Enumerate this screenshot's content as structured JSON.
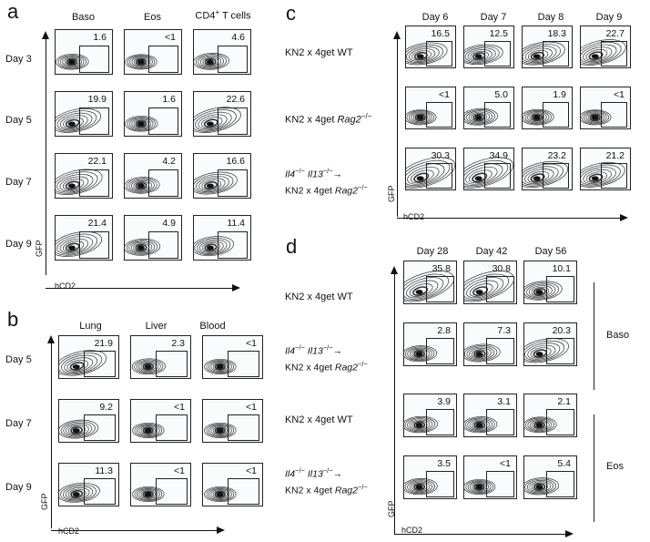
{
  "panel_a": {
    "letter": "a",
    "columns": [
      "Baso",
      "Eos",
      "CD4+ T cells"
    ],
    "col_main": [
      "Baso",
      "Eos",
      "CD4"
    ],
    "col_sup": [
      "",
      "",
      "+"
    ],
    "col_tail": [
      "",
      "",
      " T cells"
    ],
    "rows": [
      "Day 3",
      "Day 5",
      "Day 7",
      "Day 9"
    ],
    "values": [
      [
        "1.6",
        "<1",
        "4.6"
      ],
      [
        "19.9",
        "1.6",
        "22.6"
      ],
      [
        "22.1",
        "4.2",
        "16.6"
      ],
      [
        "21.4",
        "4.9",
        "11.4"
      ]
    ],
    "y_axis": "GFP",
    "x_axis": "hCD2"
  },
  "panel_b": {
    "letter": "b",
    "columns": [
      "Lung",
      "Liver",
      "Blood"
    ],
    "rows": [
      "Day 5",
      "Day 7",
      "Day 9"
    ],
    "values": [
      [
        "21.9",
        "2.3",
        "<1"
      ],
      [
        "9.2",
        "<1",
        "<1"
      ],
      [
        "11.3",
        "<1",
        "<1"
      ]
    ],
    "y_axis": "GFP",
    "x_axis": "hCD2"
  },
  "panel_c": {
    "letter": "c",
    "columns": [
      "Day 6",
      "Day 7",
      "Day 8",
      "Day 9"
    ],
    "rows": [
      "KN2 x 4get WT",
      "KN2 x 4get Rag2−/−",
      "Il4−/− Il13−/− → KN2 x 4get Rag2−/−"
    ],
    "values": [
      [
        "16.5",
        "12.5",
        "18.3",
        "22.7"
      ],
      [
        "<1",
        "5.0",
        "1.9",
        "<1"
      ],
      [
        "30.3",
        "34.9",
        "23.2",
        "21.2"
      ]
    ],
    "y_axis": "GFP",
    "x_axis": "hCD2"
  },
  "panel_d": {
    "letter": "d",
    "columns": [
      "Day 28",
      "Day 42",
      "Day 56"
    ],
    "rows": [
      "KN2 x 4get WT",
      "Il4−/− Il13−/− → KN2 x 4get Rag2−/−",
      "KN2 x 4get WT",
      "Il4−/− Il13−/− → KN2 x 4get Rag2−/−"
    ],
    "values": [
      [
        "35.8",
        "30.8",
        "10.1"
      ],
      [
        "2.8",
        "7.3",
        "20.3"
      ],
      [
        "3.9",
        "3.1",
        "2.1"
      ],
      [
        "3.5",
        "<1",
        "5.4"
      ]
    ],
    "groups": [
      "Baso",
      "Eos"
    ],
    "y_axis": "GFP",
    "x_axis": "hCD2"
  },
  "row_parts": {
    "wt": "KN2 x 4get WT",
    "rag_prefix": "KN2 x 4get ",
    "rag_gene": "Rag2",
    "ko_sup": "−/−",
    "il4": "Il4",
    "il13": "Il13",
    "arrow": "→"
  },
  "colors": {
    "line": "#222222",
    "contour": "#333333",
    "plot_bg": "#fafbfd"
  }
}
